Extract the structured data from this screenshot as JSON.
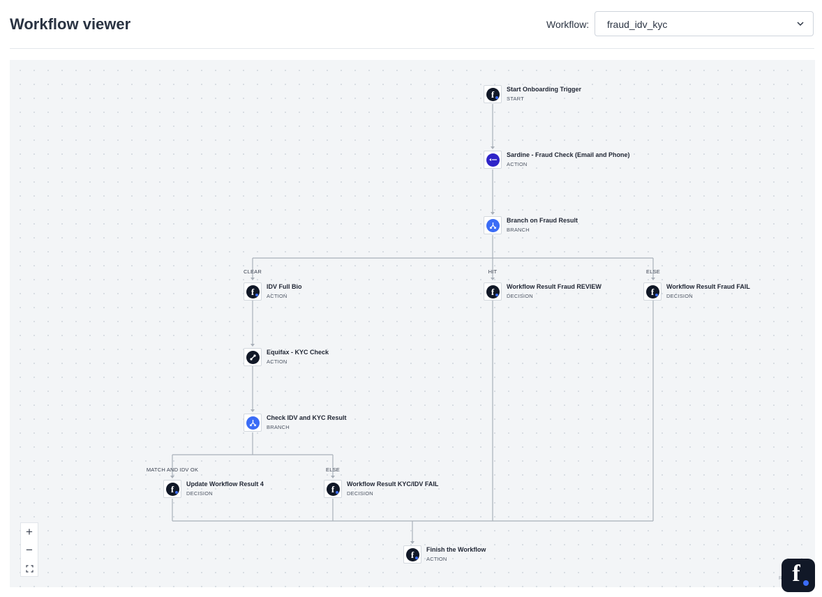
{
  "header": {
    "title": "Workflow viewer",
    "workflow_label": "Workflow:",
    "workflow_value": "fraud_idv_kyc"
  },
  "nodes": [
    {
      "name": "Start Onboarding Trigger",
      "type": "START",
      "icon": "f-logo-icon"
    },
    {
      "name": "Sardine - Fraud Check (Email and Phone)",
      "type": "ACTION",
      "icon": "sardine-logo-icon"
    },
    {
      "name": "Branch on Fraud Result",
      "type": "BRANCH",
      "icon": "branch-icon"
    },
    {
      "name": "IDV Full Bio",
      "type": "ACTION",
      "icon": "f-logo-icon"
    },
    {
      "name": "Workflow Result Fraud REVIEW",
      "type": "DECISION",
      "icon": "f-logo-icon"
    },
    {
      "name": "Workflow Result Fraud FAIL",
      "type": "DECISION",
      "icon": "f-logo-icon"
    },
    {
      "name": "Equifax - KYC Check",
      "type": "ACTION",
      "icon": "equifax-icon"
    },
    {
      "name": "Check IDV and KYC Result",
      "type": "BRANCH",
      "icon": "branch-icon"
    },
    {
      "name": "Update Workflow Result 4",
      "type": "DECISION",
      "icon": "f-logo-icon"
    },
    {
      "name": "Workflow Result KYC/IDV FAIL",
      "type": "DECISION",
      "icon": "f-logo-icon"
    },
    {
      "name": "Finish the Workflow",
      "type": "ACTION",
      "icon": "f-logo-icon"
    }
  ],
  "edge_labels": [
    "CLEAR",
    "HIT",
    "ELSE",
    "MATCH AND IDV OK",
    "ELSE"
  ],
  "zoom_controls": {
    "zoom_in": "+",
    "zoom_out": "−",
    "fit": "⛶"
  },
  "attribution": "R",
  "colors": {
    "dark_icon": "#111827",
    "branch_blue": "#3b6cf6",
    "sardine_indigo": "#2f24c8",
    "edge": "#a9b0b9"
  }
}
